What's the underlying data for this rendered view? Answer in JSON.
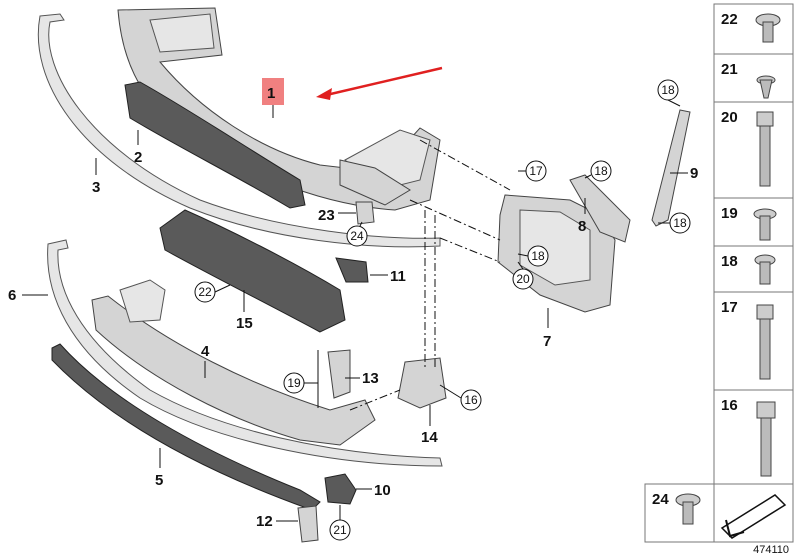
{
  "callouts": {
    "c1": "1",
    "c2": "2",
    "c3": "3",
    "c4": "4",
    "c5": "5",
    "c6": "6",
    "c7": "7",
    "c8": "8",
    "c9": "9",
    "c10": "10",
    "c11": "11",
    "c12": "12",
    "c13": "13",
    "c14": "14",
    "c15": "15",
    "c23": "23"
  },
  "circled": {
    "r17": "17",
    "r18a": "18",
    "r18b": "18",
    "r18c": "18",
    "r18d": "18",
    "r19": "19",
    "r20": "20",
    "r21": "21",
    "r22": "22",
    "r24": "24",
    "r16": "16"
  },
  "side_panel": [
    "22",
    "21",
    "20",
    "19",
    "18",
    "17",
    "16",
    "24"
  ],
  "document_number": "474110",
  "colors": {
    "highlight": "#f08080",
    "arrow": "#e02020",
    "part_fill": "#d4d4d4",
    "part_dark": "#5a5a5a"
  }
}
